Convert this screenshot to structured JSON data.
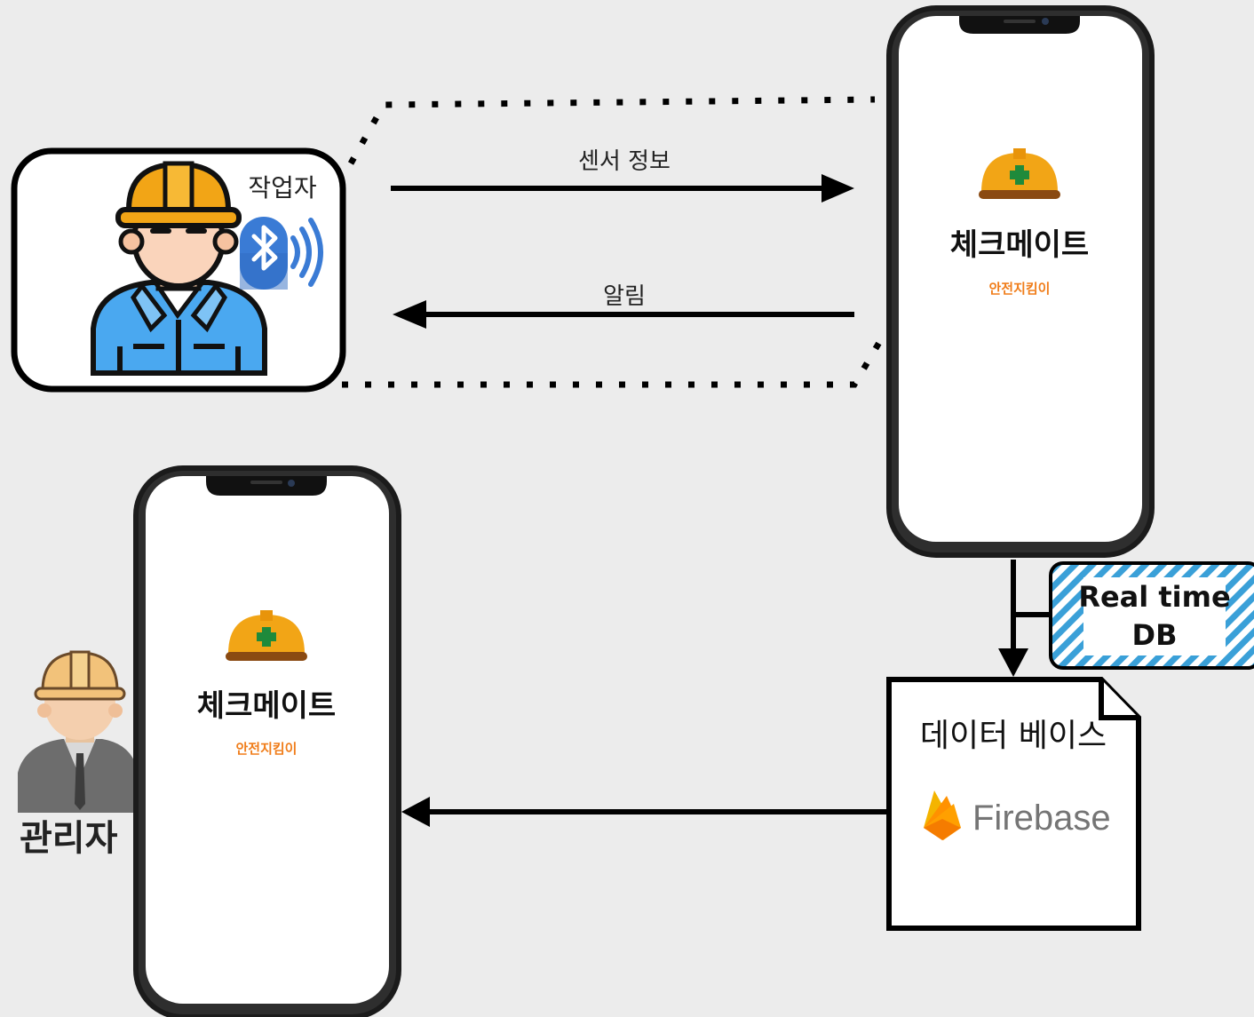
{
  "worker": {
    "label": "작업자"
  },
  "arrows": {
    "sensor_label": "센서 정보",
    "alert_label": "알림"
  },
  "phone_top": {
    "app_name": "체크메이트",
    "tagline": "안전지킴이"
  },
  "phone_bottom": {
    "app_name": "체크메이트",
    "tagline": "안전지킴이"
  },
  "manager": {
    "label": "관리자"
  },
  "realtime": {
    "line1": "Real time",
    "line2": "DB"
  },
  "database": {
    "title": "데이터 베이스",
    "brand": "Firebase"
  },
  "colors": {
    "background": "#ececec",
    "helmet": "#f2a516",
    "helmet_brim": "#e8940a",
    "cross": "#1f8a3b",
    "tagline": "#f07d1a",
    "shirt": "#4aa8f0",
    "bluetooth": "#3a7bd5",
    "stripe": "#3aa0d8"
  },
  "icons": [
    "worker-icon",
    "bluetooth-icon",
    "helmet-icon",
    "manager-icon",
    "firebase-flame-icon"
  ]
}
